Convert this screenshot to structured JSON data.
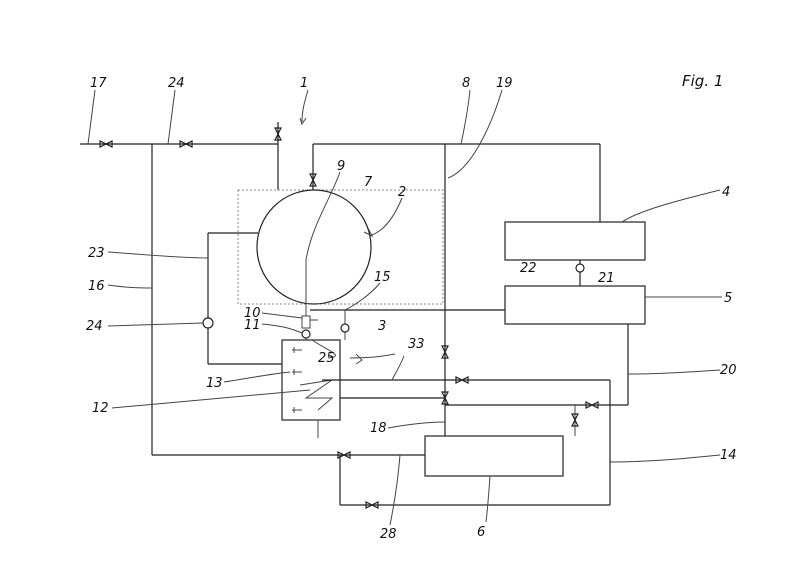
{
  "figure_title": "Fig. 1",
  "labels": {
    "l1": "1",
    "l2": "2",
    "l3": "3",
    "l4": "4",
    "l5": "5",
    "l6": "6",
    "l7": "7",
    "l8": "8",
    "l9": "9",
    "l10": "10",
    "l11": "11",
    "l12": "12",
    "l13": "13",
    "l14": "14",
    "l15": "15",
    "l16": "16",
    "l17": "17",
    "l18": "18",
    "l19": "19",
    "l20": "20",
    "l21": "21",
    "l22": "22",
    "l23": "23",
    "l24a": "24",
    "l24b": "24",
    "l25": "25",
    "l28": "28",
    "l33": "33"
  }
}
